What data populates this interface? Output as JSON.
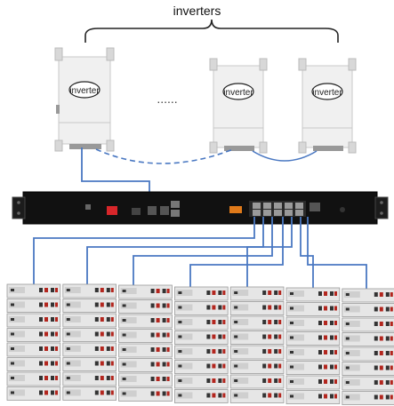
{
  "diagram": {
    "title": "inverters",
    "inverters": [
      {
        "label": "inverter"
      },
      {
        "label": "inverter"
      },
      {
        "label": "inverter"
      }
    ],
    "ellipsis": "......",
    "battery_columns": 7,
    "battery_rows": 8,
    "colors": {
      "cable": "#4a78c2",
      "inverter_body": "#efefef",
      "hub_body": "#111111",
      "battery_body": "#e6e6e6"
    }
  }
}
